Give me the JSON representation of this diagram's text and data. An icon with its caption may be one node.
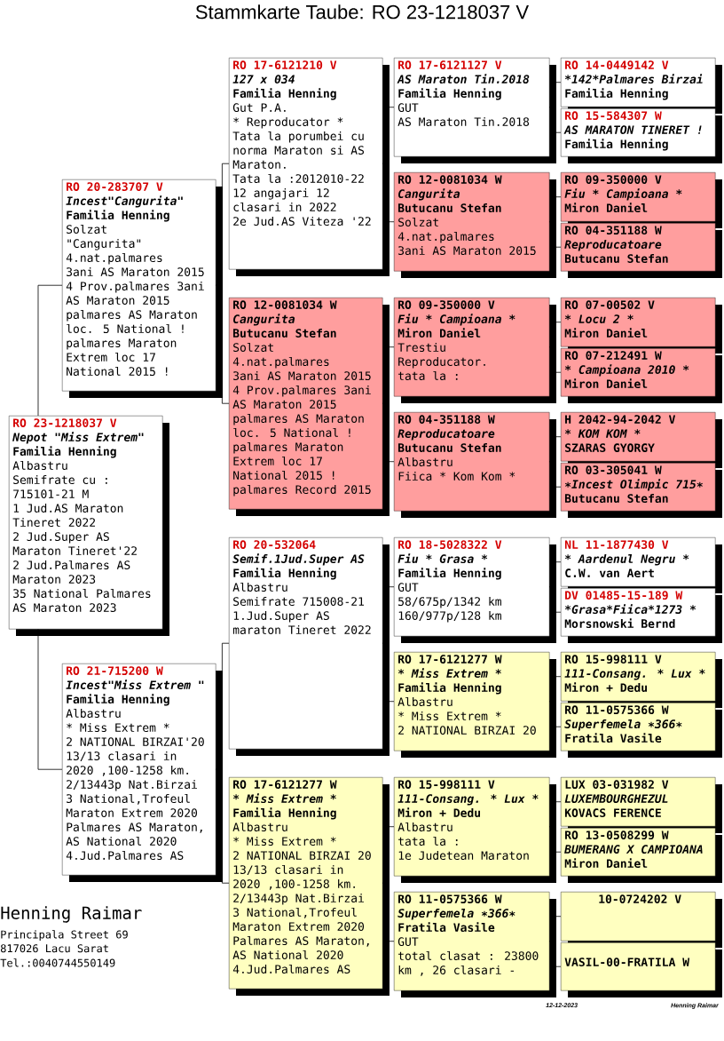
{
  "diagram": {
    "title": "Stammkarte Taube: RO  23-1218037 V",
    "nodes": [
      {
        "text": [
          "RO  23-1218037 V",
          "Nepot \"Miss Extrem\"",
          "Familia Henning",
          "Albastru",
          "Semifrate cu :",
          "715101-21 M",
          "1 Jud.AS Maraton",
          "Tineret 2022",
          "2 Jud.Super AS",
          "Maraton Tineret'22",
          "2 Jud.Palmares AS",
          "Maraton 2023",
          "35 National Palmares",
          "AS Maraton 2023"
        ]
      },
      {
        "text": [
          "RO  20-283707 V",
          "Incest\"Cangurita\"",
          "Familia Henning",
          "Solzat",
          "\"Cangurita\"",
          "4.nat.palmares",
          "3ani AS Maraton 2015",
          "4 Prov.palmares 3ani",
          "AS Maraton 2015",
          "palmares AS Maraton",
          "loc. 5 National !",
          "palmares Maraton",
          "Extrem loc 17",
          "National 2015 !"
        ]
      },
      {
        "text": [
          "RO  21-715200 W",
          "Incest\"Miss Extrem \"",
          "Familia Henning",
          "Albastru",
          "* Miss Extrem *",
          "2 NATIONAL BIRZAI'20",
          "13/13 clasari in",
          "2020 ,100-1258 km.",
          "2/13443p Nat.Birzai",
          "3 National,Trofeul",
          "Maraton Extrem 2020",
          "Palmares AS Maraton,",
          "AS National 2020",
          "4.Jud.Palmares AS"
        ]
      },
      {
        "text": [
          "RO  17-6121210 V",
          "127 x 034",
          "Familia Henning",
          "Gut P.A.",
          "* Reproducator *",
          "Tata la porumbei cu",
          "norma Maraton si AS",
          "Maraton.",
          "Tata la :2012010-22",
          "12 angajari 12",
          "clasari in 2022",
          "2e Jud.AS Viteza '22"
        ]
      },
      {
        "text": [
          "RO  12-0081034 W",
          "Cangurita",
          "Butucanu Stefan",
          "Solzat",
          "4.nat.palmares",
          "3ani AS Maraton 2015",
          "4 Prov.palmares 3ani",
          "AS Maraton 2015",
          "palmares AS Maraton",
          "loc. 5 National !",
          "palmares Maraton",
          "Extrem loc 17",
          "National 2015 !",
          "palmares Record 2015"
        ]
      },
      {
        "text": [
          "RO  20-532064",
          "Semif.1Jud.Super AS",
          "Familia Henning",
          "Albastru",
          "Semifrate 715008-21",
          "1.Jud.Super AS",
          "maraton Tineret 2022"
        ]
      },
      {
        "text": [
          "RO  17-6121277 W",
          "* Miss Extrem *",
          "Familia Henning",
          "Albastru",
          "* Miss Extrem *",
          "2 NATIONAL BIRZAI 20",
          "13/13 clasari in",
          "2020 ,100-1258 km.",
          "2/13443p Nat.Birzai",
          "3 National,Trofeul",
          "Maraton Extrem 2020",
          "Palmares AS Maraton,",
          "AS National 2020",
          "4.Jud.Palmares AS"
        ]
      },
      {
        "text": [
          "RO  17-6121127 V",
          "AS Maraton Tin.2018",
          "Familia Henning",
          "GUT",
          "AS Maraton Tin.2018"
        ]
      },
      {
        "text": [
          "RO  12-0081034 W",
          "Cangurita",
          "Butucanu Stefan",
          "Solzat",
          "4.nat.palmares",
          "3ani AS Maraton 2015"
        ]
      },
      {
        "text": [
          "RO  09-350000 V",
          "Fiu * Campioana *",
          "Miron Daniel",
          "Trestiu",
          "Reproducator.",
          "tata la :"
        ]
      },
      {
        "text": [
          "RO  04-351188 W",
          "Reproducatoare",
          "Butucanu Stefan",
          "Albastru",
          "Fiica * Kom Kom *"
        ]
      },
      {
        "text": [
          "RO  18-5028322 V",
          "Fiu * Grasa *",
          "Familia Henning",
          "GUT",
          "58/675p/1342 km",
          "160/977p/128 km"
        ]
      },
      {
        "text": [
          "RO  17-6121277 W",
          "* Miss Extrem *",
          "Familia Henning",
          "Albastru",
          "* Miss Extrem *",
          "2 NATIONAL BIRZAI 20"
        ]
      },
      {
        "text": [
          "RO  15-998111 V",
          "111-Consang. * Lux *",
          "Miron + Dedu",
          "Albastru",
          "tata la :",
          "1e Judetean Maraton"
        ]
      },
      {
        "text": [
          "RO  11-0575366 W",
          "Superfemela ∗366∗",
          "Fratila Vasile",
          "GUT",
          "total clasat : 23800",
          "km , 26 clasari -"
        ]
      },
      {
        "text": [
          "RO  14-0449142 V",
          "*142*Palmares Birzai",
          "Familia Henning"
        ]
      },
      {
        "text": [
          "RO  15-584307 W",
          "AS MARATON TINERET !",
          "Familia Henning"
        ]
      },
      {
        "text": [
          "RO  09-350000 V",
          "Fiu * Campioana *",
          "Miron Daniel"
        ]
      },
      {
        "text": [
          "RO  04-351188 W",
          "Reproducatoare",
          "Butucanu Stefan"
        ]
      },
      {
        "text": [
          "RO  07-00502 V",
          "* Locu 2 *",
          "Miron Daniel"
        ]
      },
      {
        "text": [
          "RO  07-212491 W",
          "* Campioana 2010 *",
          "Miron Daniel"
        ]
      },
      {
        "text": [
          "H   2042-94-2042 V",
          "* KOM KOM *",
          "SZARAS GYORGY"
        ]
      },
      {
        "text": [
          "RO  03-305041 W",
          "∗Incest Olimpic 715∗",
          "Butucanu Stefan"
        ]
      },
      {
        "text": [
          "NL  11-1877430 V",
          "* Aardenul Negru *",
          "C.W. van Aert"
        ]
      },
      {
        "text": [
          "DV  01485-15-189 W",
          "*Grasa*Fiica*1273 *",
          "Morsnowski Bernd"
        ]
      },
      {
        "text": [
          "RO  15-998111 V",
          "111-Consang. * Lux *",
          "Miron + Dedu"
        ]
      },
      {
        "text": [
          "RO  11-0575366 W",
          "Superfemela ∗366∗",
          "Fratila Vasile"
        ]
      },
      {
        "text": [
          "LUX 03-031982 V",
          "LUXEMBOURGHEZUL",
          "KOVACS FERENCE"
        ]
      },
      {
        "text": [
          "RO  13-0508299 W",
          "BUMERANG X CAMPIOANA",
          "Miron Daniel"
        ]
      },
      {
        "text": [
          "10-0724202 V"
        ]
      },
      {
        "text": [
          "VASIL-00-FRATILA W"
        ]
      }
    ],
    "edges": [
      {
        "from": 0,
        "to": 1,
        "arrow": "none"
      },
      {
        "from": 0,
        "to": 2,
        "arrow": "none"
      },
      {
        "from": 1,
        "to": 3,
        "arrow": "none"
      },
      {
        "from": 1,
        "to": 4,
        "arrow": "none"
      },
      {
        "from": 2,
        "to": 5,
        "arrow": "none"
      },
      {
        "from": 2,
        "to": 6,
        "arrow": "none"
      },
      {
        "from": 3,
        "to": 7,
        "arrow": "none"
      },
      {
        "from": 3,
        "to": 8,
        "arrow": "none"
      },
      {
        "from": 4,
        "to": 9,
        "arrow": "none"
      },
      {
        "from": 4,
        "to": 10,
        "arrow": "none"
      },
      {
        "from": 5,
        "to": 11,
        "arrow": "none"
      },
      {
        "from": 5,
        "to": 12,
        "arrow": "none"
      },
      {
        "from": 6,
        "to": 13,
        "arrow": "none"
      },
      {
        "from": 6,
        "to": 14,
        "arrow": "none"
      },
      {
        "from": 7,
        "to": 15,
        "arrow": "none"
      },
      {
        "from": 7,
        "to": 16,
        "arrow": "none"
      },
      {
        "from": 8,
        "to": 17,
        "arrow": "none"
      },
      {
        "from": 8,
        "to": 18,
        "arrow": "none"
      },
      {
        "from": 9,
        "to": 19,
        "arrow": "none"
      },
      {
        "from": 9,
        "to": 20,
        "arrow": "none"
      },
      {
        "from": 10,
        "to": 21,
        "arrow": "none"
      },
      {
        "from": 10,
        "to": 22,
        "arrow": "none"
      },
      {
        "from": 11,
        "to": 23,
        "arrow": "none"
      },
      {
        "from": 11,
        "to": 24,
        "arrow": "none"
      },
      {
        "from": 12,
        "to": 25,
        "arrow": "none"
      },
      {
        "from": 12,
        "to": 26,
        "arrow": "none"
      },
      {
        "from": 13,
        "to": 27,
        "arrow": "none"
      },
      {
        "from": 13,
        "to": 28,
        "arrow": "none"
      },
      {
        "from": 14,
        "to": 29,
        "arrow": "none"
      },
      {
        "from": 14,
        "to": 30,
        "arrow": "none"
      }
    ],
    "labels": [
      "Henning Raimar",
      "Principala Street 69",
      "817026  Lacu Sarat",
      "Tel.:0040744550149",
      "12-12-2023",
      "Henning Raimar"
    ]
  }
}
